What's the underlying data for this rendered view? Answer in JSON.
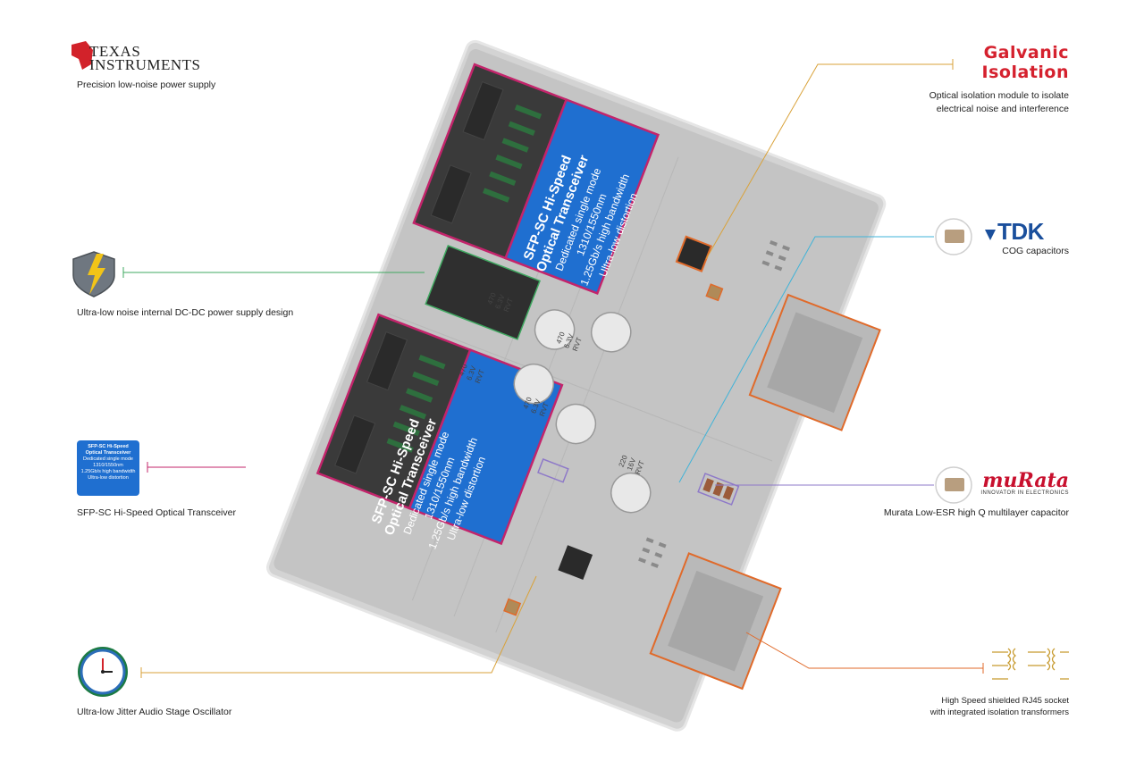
{
  "colors": {
    "ti_red": "#d2222a",
    "galvanic_red": "#d5212e",
    "tdk_blue": "#1a4f9c",
    "murata_red": "#c8102e",
    "sfp_blue": "#1f6fd0",
    "pink_outline": "#c3246b",
    "orange_leader": "#e06a2a",
    "gold_leader": "#d9a23a",
    "green_leader": "#3fa860",
    "cyan_leader": "#3fb3d8",
    "purple_leader": "#8e79c8",
    "board_gray": "#c9c9c9"
  },
  "left": {
    "ti": {
      "logo_line1": "TEXAS",
      "logo_line2": "INSTRUMENTS",
      "caption": "Precision low-noise power supply"
    },
    "dcdc": {
      "icon": "shield-lightning-icon",
      "caption": "Ultra-low noise internal DC-DC power supply design"
    },
    "sfp_thumb": {
      "line1": "SFP-SC Hi-Speed",
      "line2": "Optical Transceiver",
      "line3": "Dedicated single mode",
      "line4": "1310/1550nm",
      "line5": "1.25Gb/s high bandwidth",
      "line6": "Ultra-low distortion",
      "caption": "SFP-SC Hi-Speed Optical Transceiver"
    },
    "osc": {
      "icon": "clock-oscillator-icon",
      "caption": "Ultra-low Jitter Audio Stage Oscillator"
    }
  },
  "right": {
    "galvanic": {
      "line1": "Galvanic",
      "line2": "Isolation",
      "caption_line1": "Optical isolation module to isolate",
      "caption_line2": "electrical noise and interference"
    },
    "tdk": {
      "logo": "TDK",
      "caption": "COG capacitors"
    },
    "murata": {
      "logo": "muRata",
      "tagline": "INNOVATOR IN ELECTRONICS",
      "caption": "Murata Low-ESR high Q multilayer capacitor"
    },
    "rj45": {
      "icon": "transformer-schematic-icon",
      "caption_line1": "High Speed shielded RJ45 socket",
      "caption_line2": "with integrated isolation transformers"
    }
  },
  "board": {
    "sfp_top": {
      "l1": "SFP-SC Hi-Speed",
      "l2": "Optical Transceiver",
      "l3": "Dedicated single mode",
      "l4": "1310/1550nm",
      "l5": "1.25Gb/s high bandwidth",
      "l6": "Ultra-low distortion"
    },
    "sfp_bottom": {
      "l1": "SFP-SC Hi-Speed",
      "l2": "Optical Transceiver",
      "l3": "Dedicated single mode",
      "l4": "1310/1550nm",
      "l5": "1.25Gb/s high bandwidth",
      "l6": "Ultra-low distortion"
    },
    "caps": [
      {
        "l1": "470",
        "l2": "6.3V",
        "l3": "RVT"
      },
      {
        "l1": "470",
        "l2": "6.3V",
        "l3": "RVT"
      },
      {
        "l1": "470",
        "l2": "6.3V",
        "l3": "RVT"
      },
      {
        "l1": "470",
        "l2": "6.3V",
        "l3": "RVT"
      },
      {
        "l1": "220",
        "l2": "16V",
        "l3": "RVT"
      }
    ]
  }
}
